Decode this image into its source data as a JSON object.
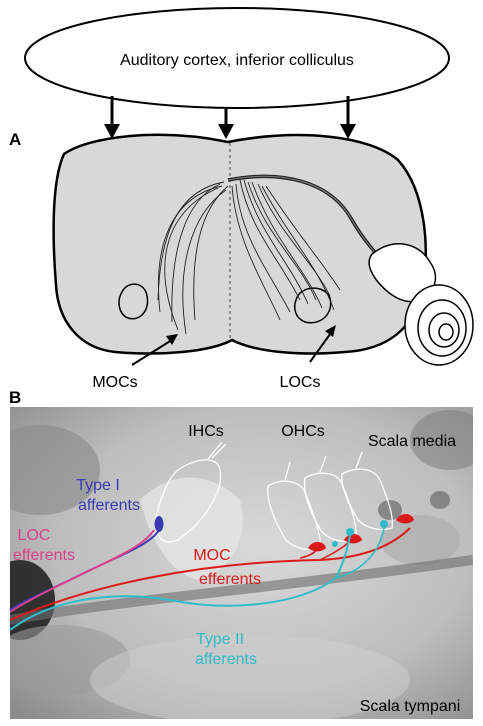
{
  "panel_a": {
    "letter": "A",
    "source_label": "Auditory cortex, inferior colliculus",
    "moc_label": "MOCs",
    "loc_label": "LOCs"
  },
  "panel_b": {
    "letter": "B",
    "ihc_label": "IHCs",
    "ohc_label": "OHCs",
    "scala_media_label": "Scala media",
    "scala_tympani_label": "Scala tympani",
    "type1_line1": "Type I",
    "type1_line2": "afferents",
    "loc_line1": "LOC",
    "loc_line2": "efferents",
    "moc_line1": "MOC",
    "moc_line2": "efferents",
    "type2_line1": "Type II",
    "type2_line2": "afferents"
  },
  "colors": {
    "type1": "#3a3ab4",
    "loc": "#e0408a",
    "moc": "#dd1a1a",
    "type2": "#2fbcc8",
    "brainstem_fill": "#d8d8d8",
    "tissue_bg": "#b9b9b9"
  }
}
